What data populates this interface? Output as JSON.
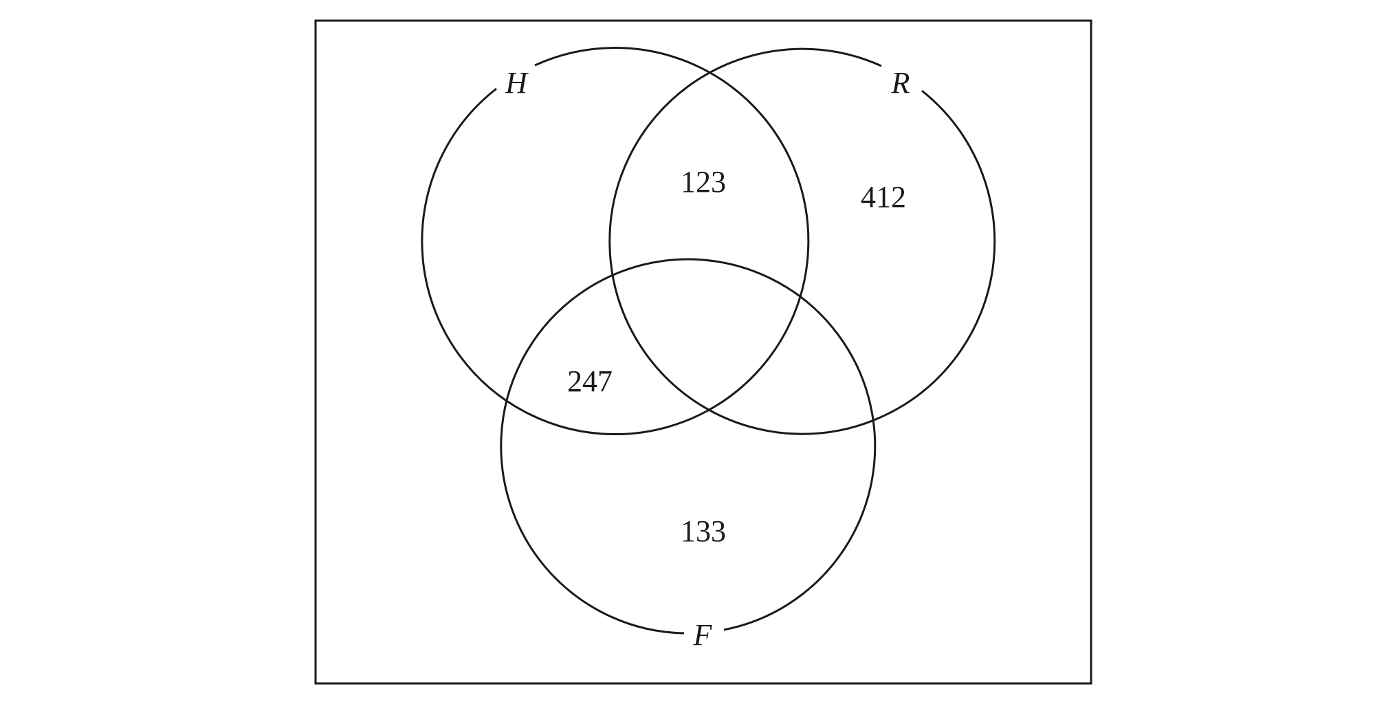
{
  "diagram": {
    "sets": [
      {
        "id": "H",
        "label": "H"
      },
      {
        "id": "R",
        "label": "R"
      },
      {
        "id": "F",
        "label": "F"
      }
    ],
    "regions": [
      {
        "id": "H-and-R",
        "value": "123"
      },
      {
        "id": "R-only",
        "value": "412"
      },
      {
        "id": "H-and-F",
        "value": "247"
      },
      {
        "id": "F-only",
        "value": "133"
      }
    ]
  }
}
